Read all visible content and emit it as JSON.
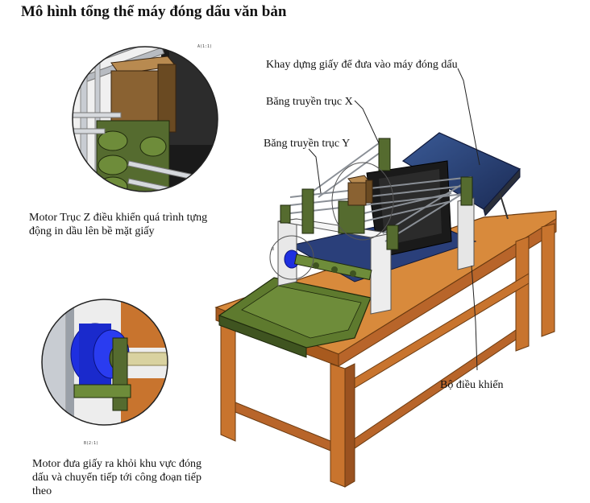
{
  "title": "Mô hình tổng thể máy đóng dấu văn bản",
  "labels": {
    "tray": "Khay dựng giấy để đưa vào máy đóng dấu",
    "belt_x": "Băng truyền trục X",
    "belt_y": "Băng truyền trục Y",
    "motor_z_line1": "Motor Trục Z điều khiển quá trình tựng",
    "motor_z_line2": "động in dầu lên bề mặt giấy",
    "controller": "Bộ điều khiển",
    "motor_out_line1": "Motor đưa giấy ra khỏi khu vực đóng",
    "motor_out_line2": "dấu và chuyển tiếp tới công đoạn tiếp",
    "motor_out_line3": "theo"
  },
  "detail_tags": {
    "a": "A(1:1)",
    "b": "B(2:1)",
    "b_marker": "B"
  },
  "colors": {
    "table_wood": "#C8742E",
    "frame_green": "#556B2F",
    "motor_blue": "#1E2FE0",
    "tray_blue": "#283E72",
    "motor_brown": "#8A6232",
    "rail_gray": "#B8BCC2"
  }
}
